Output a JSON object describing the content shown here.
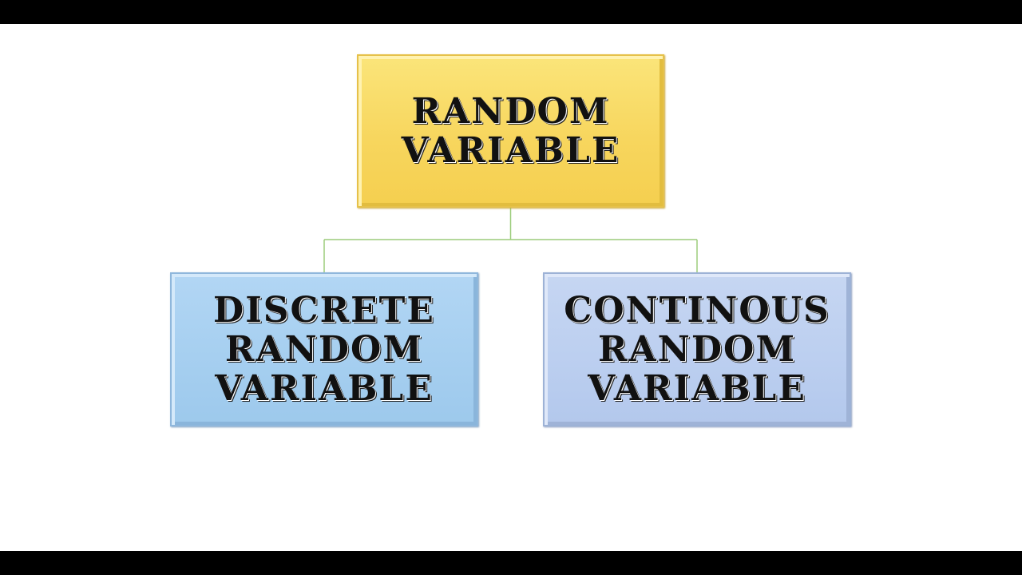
{
  "diagram": {
    "root": {
      "label": "RANDOM\nVARIABLE",
      "color": "#f7d65e"
    },
    "children": [
      {
        "label": "DISCRETE\nRANDOM\nVARIABLE",
        "color": "#a6cff0"
      },
      {
        "label": "CONTINOUS\nRANDOM\nVARIABLE",
        "color": "#bccff0"
      }
    ],
    "connector_color": "#9ccc7a"
  }
}
